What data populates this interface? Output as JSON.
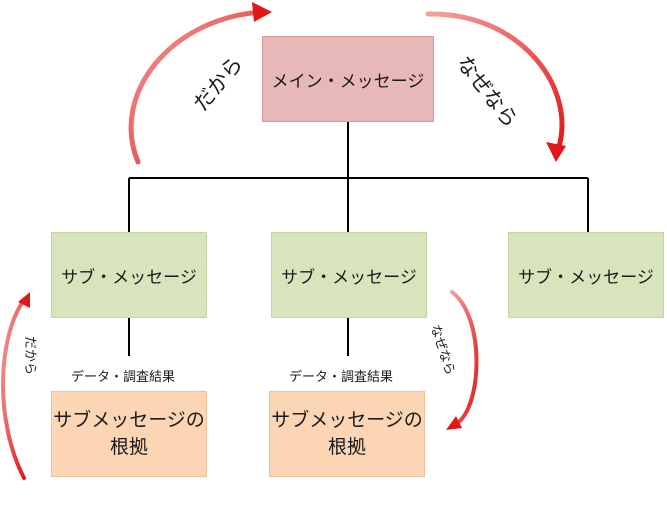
{
  "main_message": "メイン・メッセージ",
  "sub_messages": [
    "サブ・メッセージ",
    "サブ・メッセージ",
    "サブ・メッセージ"
  ],
  "evidence_label": "データ・調査結果",
  "basis": {
    "line1": "サブメッセージの",
    "line2": "根拠"
  },
  "connectors": {
    "therefore": "だから",
    "because": "なぜなら"
  },
  "colors": {
    "main_fill": "#e6b8b7",
    "sub_fill": "#d8e4bc",
    "basis_fill": "#fcd5b4",
    "arrow": "#e02020",
    "line": "#000000"
  }
}
